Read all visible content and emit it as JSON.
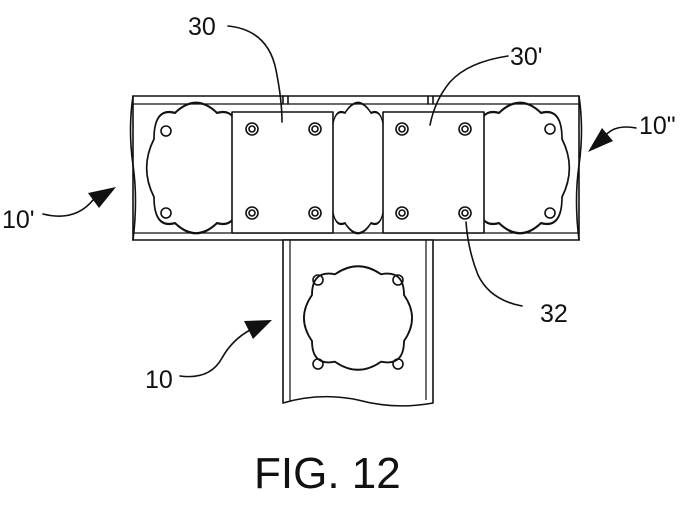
{
  "figure": {
    "caption": "FIG. 12",
    "labels": {
      "plate_left": "30",
      "plate_right": "30'",
      "member_left": "10'",
      "member_right": "10\"",
      "member_bottom": "10",
      "bolt": "32"
    }
  }
}
